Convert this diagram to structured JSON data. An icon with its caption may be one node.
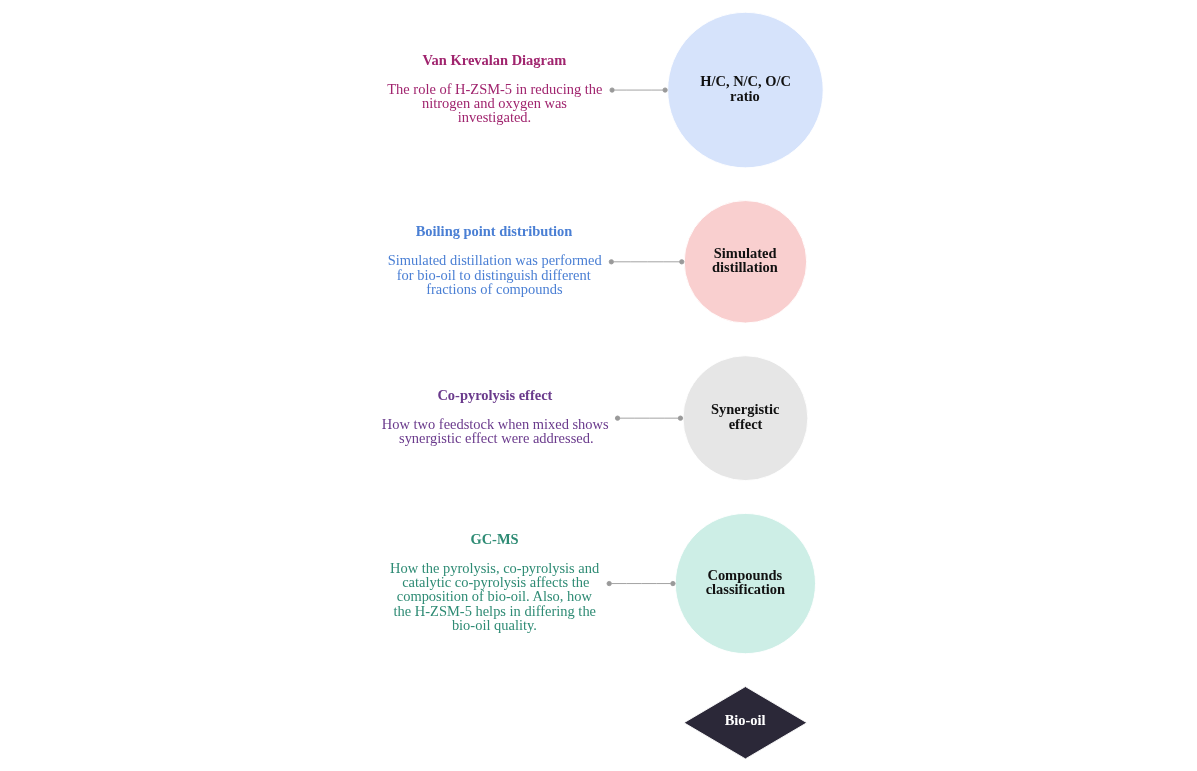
{
  "diagram": {
    "nodes": [
      {
        "text": [
          "Bio-oil"
        ]
      },
      {
        "text": [
          "Compounds classification"
        ]
      },
      {
        "text": [
          "Synergistic effect"
        ]
      },
      {
        "text": [
          "Simulated distillation"
        ]
      },
      {
        "text": [
          "H/C, N/C, O/C ratio"
        ]
      },
      {
        "text": [
          "GC-MS",
          "How the pyrolysis, co-pyrolysis and catalytic co-pyrolysis affects the composition of bio-oil. Also, how the H-ZSM-5 helps in differing the bio-oil quality."
        ]
      },
      {
        "text": [
          "Co-pyrolysis effect",
          "How two feedstock when mixed shows synergistic effect were addressed."
        ]
      },
      {
        "text": [
          "Boiling point distribution",
          "Simulated distillation was performed for bio-oil to distinguish different fractions of compounds"
        ]
      },
      {
        "text": [
          "Van Krevalan Diagram",
          "The role of H-ZSM-5 in reducing the nitrogen and oxygen was investigated."
        ]
      }
    ],
    "edges": [
      {
        "from": 5,
        "to": 1,
        "arrow": "other"
      },
      {
        "from": 6,
        "to": 2,
        "arrow": "other"
      },
      {
        "from": 7,
        "to": 3,
        "arrow": "other"
      },
      {
        "from": 8,
        "to": 4,
        "arrow": "other"
      }
    ]
  }
}
